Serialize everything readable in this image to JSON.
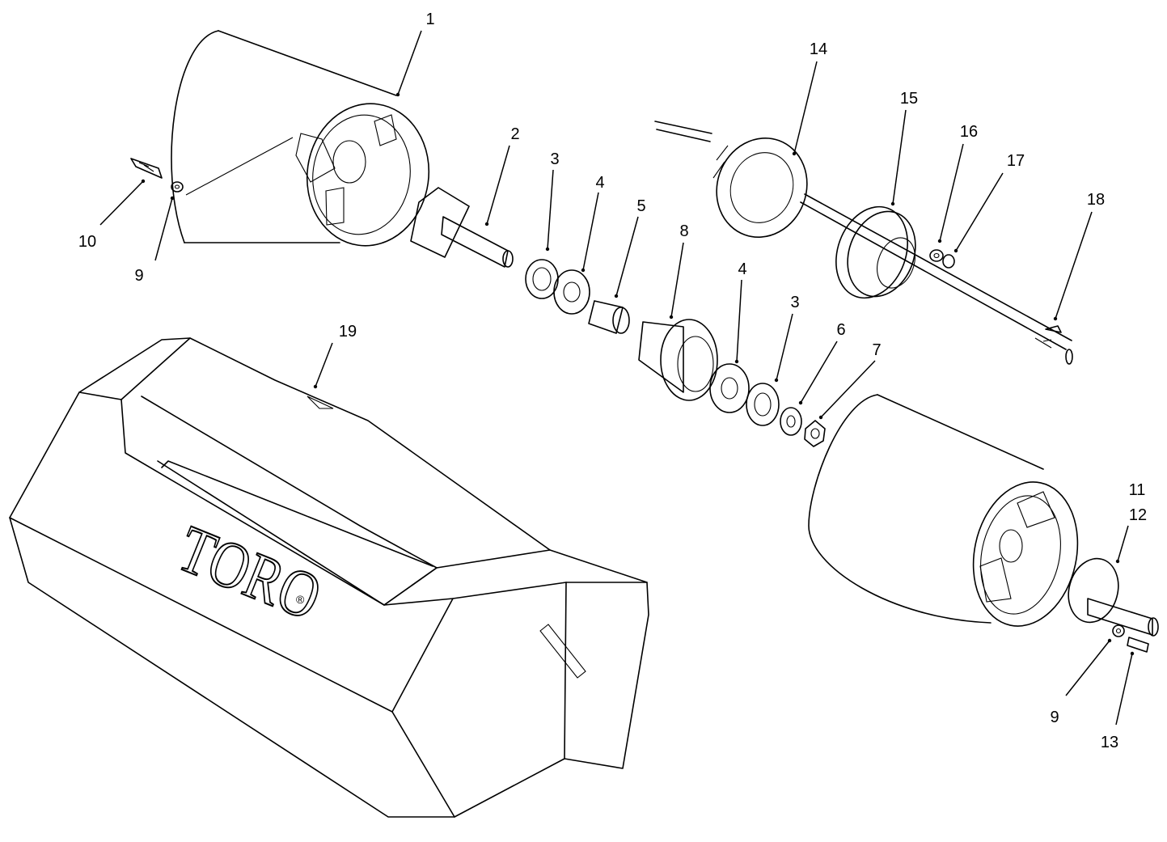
{
  "brand": {
    "logo_text": "TORO",
    "trademark": "®"
  },
  "callouts": {
    "c1": "1",
    "c2": "2",
    "c3a": "3",
    "c4a": "4",
    "c5": "5",
    "c8": "8",
    "c14": "14",
    "c15": "15",
    "c16": "16",
    "c17": "17",
    "c18": "18",
    "c10": "10",
    "c9a": "9",
    "c19": "19",
    "c4b": "4",
    "c3b": "3",
    "c6": "6",
    "c7": "7",
    "c11": "11",
    "c12": "12",
    "c9b": "9",
    "c13": "13"
  }
}
